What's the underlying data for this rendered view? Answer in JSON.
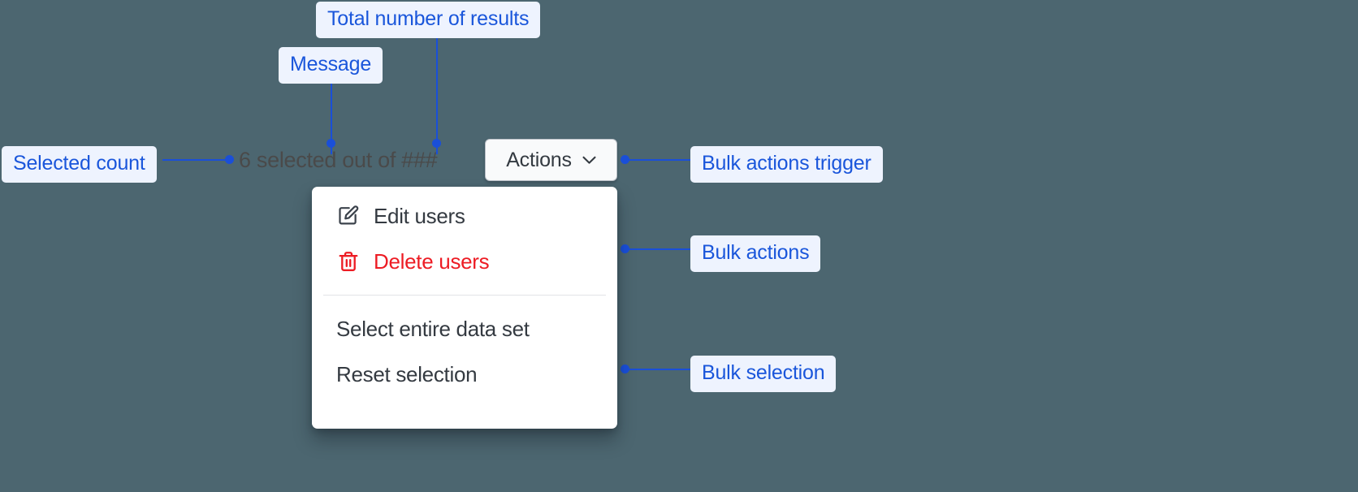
{
  "background_color": "#4c6670",
  "accent_color": "#1a56db",
  "callout_bg": "#eef3fe",
  "danger_color": "#ed1c24",
  "widget": {
    "selected_message": "6 selected out of ###",
    "selected_count": "6",
    "total_results_placeholder": "###",
    "actions_button": {
      "label": "Actions",
      "chevron_icon": "chevron-down-icon"
    },
    "menu": {
      "action_items": [
        {
          "label": "Edit users",
          "icon": "edit-icon",
          "tone": "default"
        },
        {
          "label": "Delete users",
          "icon": "trash-icon",
          "tone": "danger"
        }
      ],
      "selection_items": [
        {
          "label": "Select entire data set"
        },
        {
          "label": "Reset selection"
        }
      ]
    }
  },
  "annotations": [
    {
      "key": "total_results",
      "label": "Total number of results"
    },
    {
      "key": "message",
      "label": "Message"
    },
    {
      "key": "selected_count",
      "label": "Selected count"
    },
    {
      "key": "bulk_actions_trigger",
      "label": "Bulk actions trigger"
    },
    {
      "key": "bulk_actions",
      "label": "Bulk actions"
    },
    {
      "key": "bulk_selection",
      "label": "Bulk selection"
    }
  ]
}
